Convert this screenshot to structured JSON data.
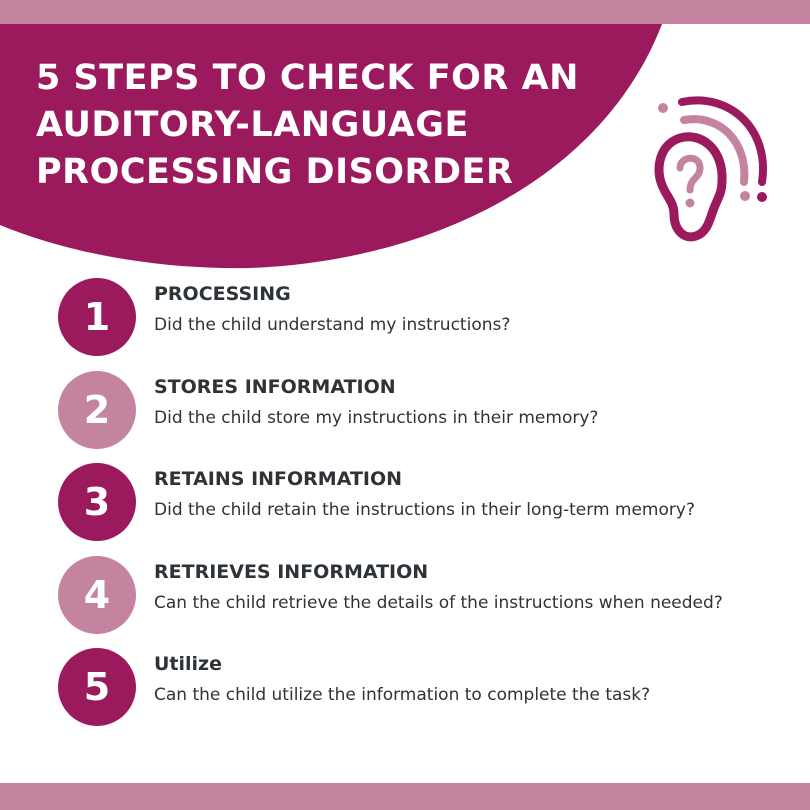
{
  "title": "5 STEPS TO CHECK FOR AN AUDITORY-LANGUAGE PROCESSING DISORDER",
  "icon": "ear-sound-question-icon",
  "colors": {
    "primary": "#9b1a5e",
    "secondary": "#c4849f",
    "text": "#2e3338",
    "background": "#ffffff"
  },
  "steps": [
    {
      "number": "1",
      "title": "PROCESSING",
      "description": "Did the child understand my instructions?"
    },
    {
      "number": "2",
      "title": "STORES INFORMATION",
      "description": "Did the child store my instructions in their memory?"
    },
    {
      "number": "3",
      "title": "RETAINS INFORMATION",
      "description": "Did the child retain the instructions in their long-term memory?"
    },
    {
      "number": "4",
      "title": "RETRIEVES INFORMATION",
      "description": "Can the child retrieve the details of the instructions when needed?"
    },
    {
      "number": "5",
      "title": "Utilize",
      "description": "Can the child utilize the information to complete the task?"
    }
  ]
}
